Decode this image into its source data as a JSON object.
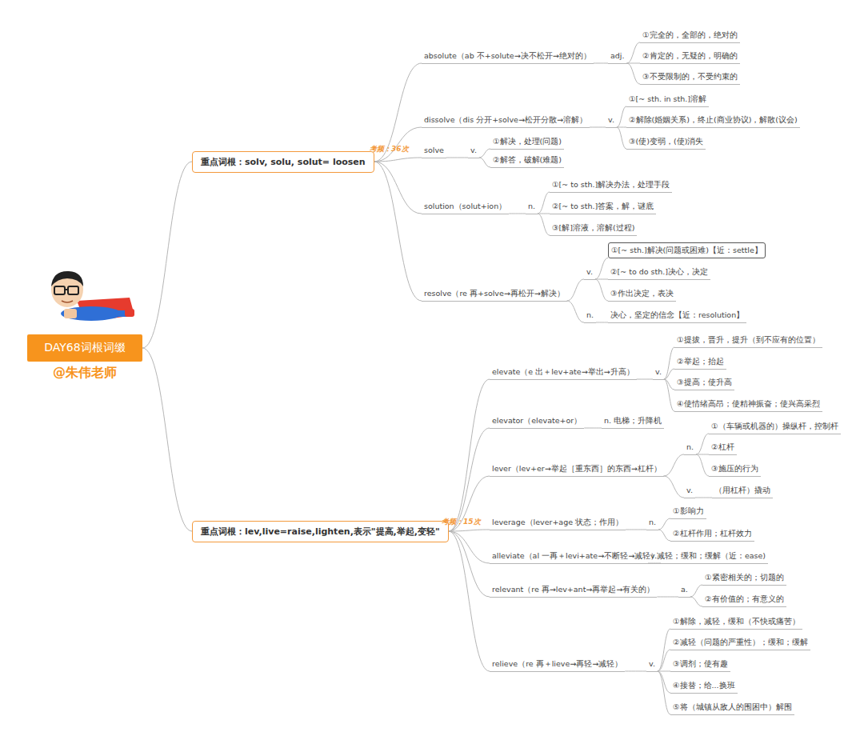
{
  "diagram": {
    "nodes": [
      {
        "text": [
          "DAY68词根词缀"
        ]
      },
      {
        "text": [
          "重点词根：solv, solu, solut= loosen"
        ]
      },
      {
        "text": [
          "absolute（ab 不+solute→决不松开→绝对的）"
        ]
      },
      {
        "text": [
          "adj."
        ]
      },
      {
        "text": [
          "①完全的，全部的，绝对的"
        ]
      },
      {
        "text": [
          "②肯定的，无疑的，明确的"
        ]
      },
      {
        "text": [
          "③不受限制的，不受约束的"
        ]
      },
      {
        "text": [
          "dissolve（dis 分开+solve→松开分散→溶解）"
        ]
      },
      {
        "text": [
          "v."
        ]
      },
      {
        "text": [
          "①[~ sth. in sth.]溶解"
        ]
      },
      {
        "text": [
          "②解除(婚姻关系)，终止(商业协议)，解散(议会)"
        ]
      },
      {
        "text": [
          "③(使)变弱，(使)消失"
        ]
      },
      {
        "text": [
          "solve"
        ]
      },
      {
        "text": [
          "v."
        ]
      },
      {
        "text": [
          "①解决，处理(问题)"
        ]
      },
      {
        "text": [
          "②解答，破解(难题)"
        ]
      },
      {
        "text": [
          "solution（solut+ion）"
        ]
      },
      {
        "text": [
          "n."
        ]
      },
      {
        "text": [
          "①[~ to sth.]解决办法，处理手段"
        ]
      },
      {
        "text": [
          "②[~ to sth.]答案，解，谜底"
        ]
      },
      {
        "text": [
          "③[解]溶液，溶解(过程)"
        ]
      },
      {
        "text": [
          "resolve（re 再+solve→再松开→解决）"
        ]
      },
      {
        "text": [
          "v."
        ]
      },
      {
        "text": [
          "①[~ sth.]解决(问题或困难)【近：settle】"
        ]
      },
      {
        "text": [
          "②[~ to do sth.]决心，决定"
        ]
      },
      {
        "text": [
          "③作出决定，表决"
        ]
      },
      {
        "text": [
          "n."
        ]
      },
      {
        "text": [
          "决心，坚定的信念【近：resolution】"
        ]
      },
      {
        "text": [
          "重点词根：lev,live=raise,lighten,表示\"提高,举起,变轻\""
        ]
      },
      {
        "text": [
          "elevate（e 出＋lev+ate→举出→升高）"
        ]
      },
      {
        "text": [
          "v."
        ]
      },
      {
        "text": [
          "①提拔，晋升，提升（到不应有的位置）"
        ]
      },
      {
        "text": [
          "②举起；抬起"
        ]
      },
      {
        "text": [
          "③提高；使升高"
        ]
      },
      {
        "text": [
          "④使情绪高昂；使精神振奋；使兴高采烈"
        ]
      },
      {
        "text": [
          "elevator（elevate+or）"
        ]
      },
      {
        "text": [
          "n. 电梯；升降机"
        ]
      },
      {
        "text": [
          "lever（lev+er→举起［重东西］的东西→杠杆）"
        ]
      },
      {
        "text": [
          "n."
        ]
      },
      {
        "text": [
          "①（车辆或机器的）操纵杆，控制杆"
        ]
      },
      {
        "text": [
          "②杠杆"
        ]
      },
      {
        "text": [
          "③施压的行为"
        ]
      },
      {
        "text": [
          "v."
        ]
      },
      {
        "text": [
          "（用杠杆）撬动"
        ]
      },
      {
        "text": [
          "leverage（lever+age 状态；作用）"
        ]
      },
      {
        "text": [
          "n."
        ]
      },
      {
        "text": [
          "①影响力"
        ]
      },
      {
        "text": [
          "②杠杆作用；杠杆效力"
        ]
      },
      {
        "text": [
          "alleviate（al 一再＋levi+ate→不断轻→减轻）"
        ]
      },
      {
        "text": [
          "v.减轻；缓和；缓解（近：ease)"
        ]
      },
      {
        "text": [
          "relevant（re 再→lev+ant→再举起→有关的）"
        ]
      },
      {
        "text": [
          "a."
        ]
      },
      {
        "text": [
          "①紧密相关的；切题的"
        ]
      },
      {
        "text": [
          "②有价值的；有意义的"
        ]
      },
      {
        "text": [
          "relieve（re 再＋lieve→再轻→减轻）"
        ]
      },
      {
        "text": [
          "v."
        ]
      },
      {
        "text": [
          "①解除，减轻，缓和（不快或痛苦）"
        ]
      },
      {
        "text": [
          "②减轻（问题的严重性）；缓和；缓解"
        ]
      },
      {
        "text": [
          "③调剂；使有趣"
        ]
      },
      {
        "text": [
          "④接替；给...换班"
        ]
      },
      {
        "text": [
          "⑤将（城镇从敌人的围困中）解围"
        ]
      }
    ],
    "edges": [
      {
        "from": 0,
        "to": 1,
        "arrow": "none"
      },
      {
        "from": 0,
        "to": 28,
        "arrow": "none"
      },
      {
        "from": 1,
        "to": 2,
        "arrow": "none"
      },
      {
        "from": 1,
        "to": 7,
        "arrow": "none"
      },
      {
        "from": 1,
        "to": 12,
        "arrow": "none"
      },
      {
        "from": 1,
        "to": 16,
        "arrow": "none"
      },
      {
        "from": 1,
        "to": 21,
        "arrow": "none"
      },
      {
        "from": 2,
        "to": 3,
        "arrow": "none"
      },
      {
        "from": 3,
        "to": 4,
        "arrow": "none"
      },
      {
        "from": 3,
        "to": 5,
        "arrow": "none"
      },
      {
        "from": 3,
        "to": 6,
        "arrow": "none"
      },
      {
        "from": 7,
        "to": 8,
        "arrow": "none"
      },
      {
        "from": 8,
        "to": 9,
        "arrow": "none"
      },
      {
        "from": 8,
        "to": 10,
        "arrow": "none"
      },
      {
        "from": 8,
        "to": 11,
        "arrow": "none"
      },
      {
        "from": 12,
        "to": 13,
        "arrow": "none"
      },
      {
        "from": 13,
        "to": 14,
        "arrow": "none"
      },
      {
        "from": 13,
        "to": 15,
        "arrow": "none"
      },
      {
        "from": 16,
        "to": 17,
        "arrow": "none"
      },
      {
        "from": 17,
        "to": 18,
        "arrow": "none"
      },
      {
        "from": 17,
        "to": 19,
        "arrow": "none"
      },
      {
        "from": 17,
        "to": 20,
        "arrow": "none"
      },
      {
        "from": 21,
        "to": 22,
        "arrow": "none"
      },
      {
        "from": 21,
        "to": 26,
        "arrow": "none"
      },
      {
        "from": 22,
        "to": 23,
        "arrow": "none"
      },
      {
        "from": 22,
        "to": 24,
        "arrow": "none"
      },
      {
        "from": 22,
        "to": 25,
        "arrow": "none"
      },
      {
        "from": 26,
        "to": 27,
        "arrow": "none"
      },
      {
        "from": 28,
        "to": 29,
        "arrow": "none"
      },
      {
        "from": 28,
        "to": 35,
        "arrow": "none"
      },
      {
        "from": 28,
        "to": 37,
        "arrow": "none"
      },
      {
        "from": 28,
        "to": 44,
        "arrow": "none"
      },
      {
        "from": 28,
        "to": 48,
        "arrow": "none"
      },
      {
        "from": 28,
        "to": 50,
        "arrow": "none"
      },
      {
        "from": 28,
        "to": 54,
        "arrow": "none"
      },
      {
        "from": 29,
        "to": 30,
        "arrow": "none"
      },
      {
        "from": 30,
        "to": 31,
        "arrow": "none"
      },
      {
        "from": 30,
        "to": 32,
        "arrow": "none"
      },
      {
        "from": 30,
        "to": 33,
        "arrow": "none"
      },
      {
        "from": 30,
        "to": 34,
        "arrow": "none"
      },
      {
        "from": 35,
        "to": 36,
        "arrow": "none"
      },
      {
        "from": 37,
        "to": 38,
        "arrow": "none"
      },
      {
        "from": 37,
        "to": 42,
        "arrow": "none"
      },
      {
        "from": 38,
        "to": 39,
        "arrow": "none"
      },
      {
        "from": 38,
        "to": 40,
        "arrow": "none"
      },
      {
        "from": 38,
        "to": 41,
        "arrow": "none"
      },
      {
        "from": 42,
        "to": 43,
        "arrow": "none"
      },
      {
        "from": 44,
        "to": 45,
        "arrow": "none"
      },
      {
        "from": 45,
        "to": 46,
        "arrow": "none"
      },
      {
        "from": 45,
        "to": 47,
        "arrow": "none"
      },
      {
        "from": 48,
        "to": 49,
        "arrow": "none"
      },
      {
        "from": 50,
        "to": 51,
        "arrow": "none"
      },
      {
        "from": 51,
        "to": 52,
        "arrow": "none"
      },
      {
        "from": 51,
        "to": 53,
        "arrow": "none"
      },
      {
        "from": 54,
        "to": 55,
        "arrow": "none"
      },
      {
        "from": 55,
        "to": 56,
        "arrow": "none"
      },
      {
        "from": 55,
        "to": 57,
        "arrow": "none"
      },
      {
        "from": 55,
        "to": 58,
        "arrow": "none"
      },
      {
        "from": 55,
        "to": 59,
        "arrow": "none"
      },
      {
        "from": 55,
        "to": 60,
        "arrow": "none"
      }
    ],
    "labels": [
      "考频：36次",
      "考频：15次",
      "@朱伟老师"
    ]
  }
}
